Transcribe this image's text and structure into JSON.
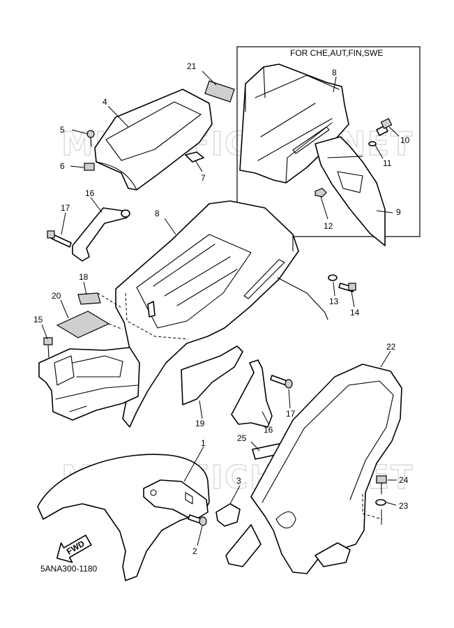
{
  "inset_caption": "FOR CHE,AUT,FIN,SWE",
  "diagram_code": "5ANA300-1180",
  "fwd_label": "FWD",
  "watermark": "MICROFICHES.NET",
  "callouts": {
    "c1": "1",
    "c2": "2",
    "c3": "3",
    "c4": "4",
    "c5": "5",
    "c6": "6",
    "c7": "7",
    "c8a": "8",
    "c8b": "8",
    "c9": "9",
    "c10": "10",
    "c11": "11",
    "c12": "12",
    "c13": "13",
    "c14": "14",
    "c15": "15",
    "c16a": "16",
    "c16b": "16",
    "c17a": "17",
    "c17b": "17",
    "c18": "18",
    "c19": "19",
    "c20": "20",
    "c21": "21",
    "c22": "22",
    "c23": "23",
    "c24": "24",
    "c25": "25"
  }
}
